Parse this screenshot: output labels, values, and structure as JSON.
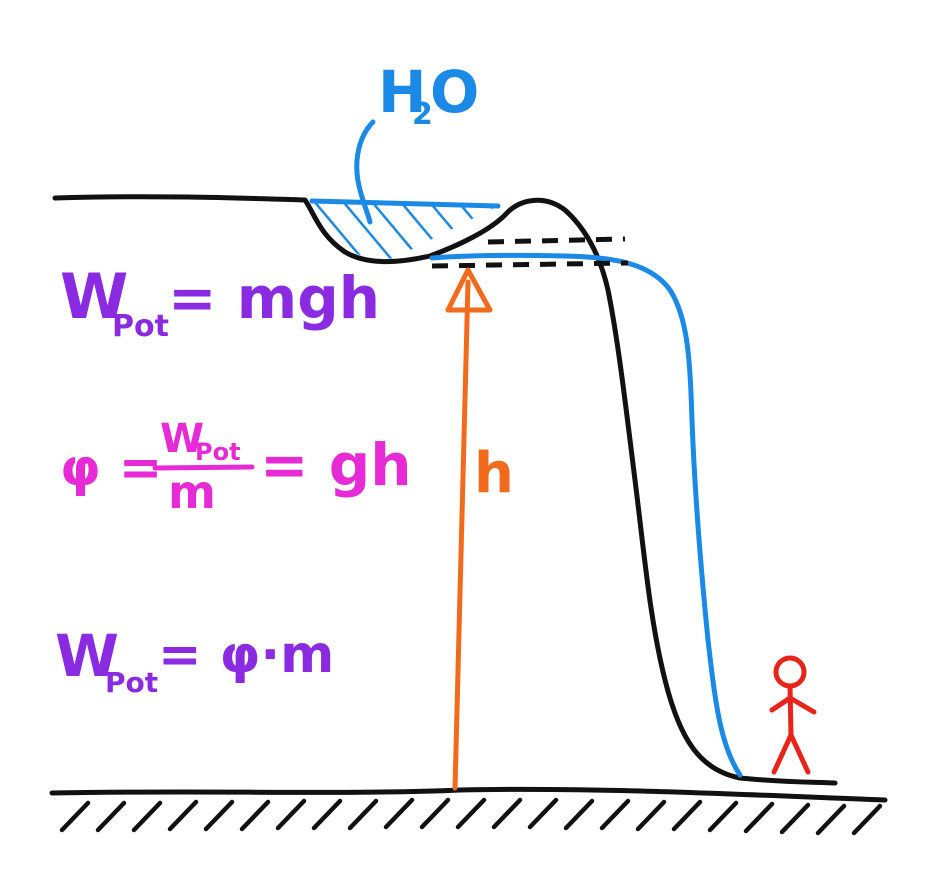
{
  "labels": {
    "water": {
      "main": "H",
      "sub": "2",
      "tail": "O"
    },
    "height": "h",
    "formula_potential_energy": {
      "base": "W",
      "sub": "Pot",
      "rest": "= mgh"
    },
    "formula_potential": {
      "lhs": "φ =",
      "num_base": "W",
      "num_sub": "Pot",
      "den": "m",
      "rhs": "= gh"
    },
    "formula_energy_from_potential": {
      "base": "W",
      "sub": "Pot",
      "rest": "= φ·m"
    }
  },
  "colors": {
    "terrain": "#111111",
    "water": "#1a8ae6",
    "height_arrow": "#f26a1b",
    "person": "#e8231a",
    "formula_energy": "#8a2be2",
    "formula_potential": "#e62ad6"
  },
  "icons": {
    "person": "stick-figure-icon",
    "ground": "hatched-ground-icon"
  }
}
